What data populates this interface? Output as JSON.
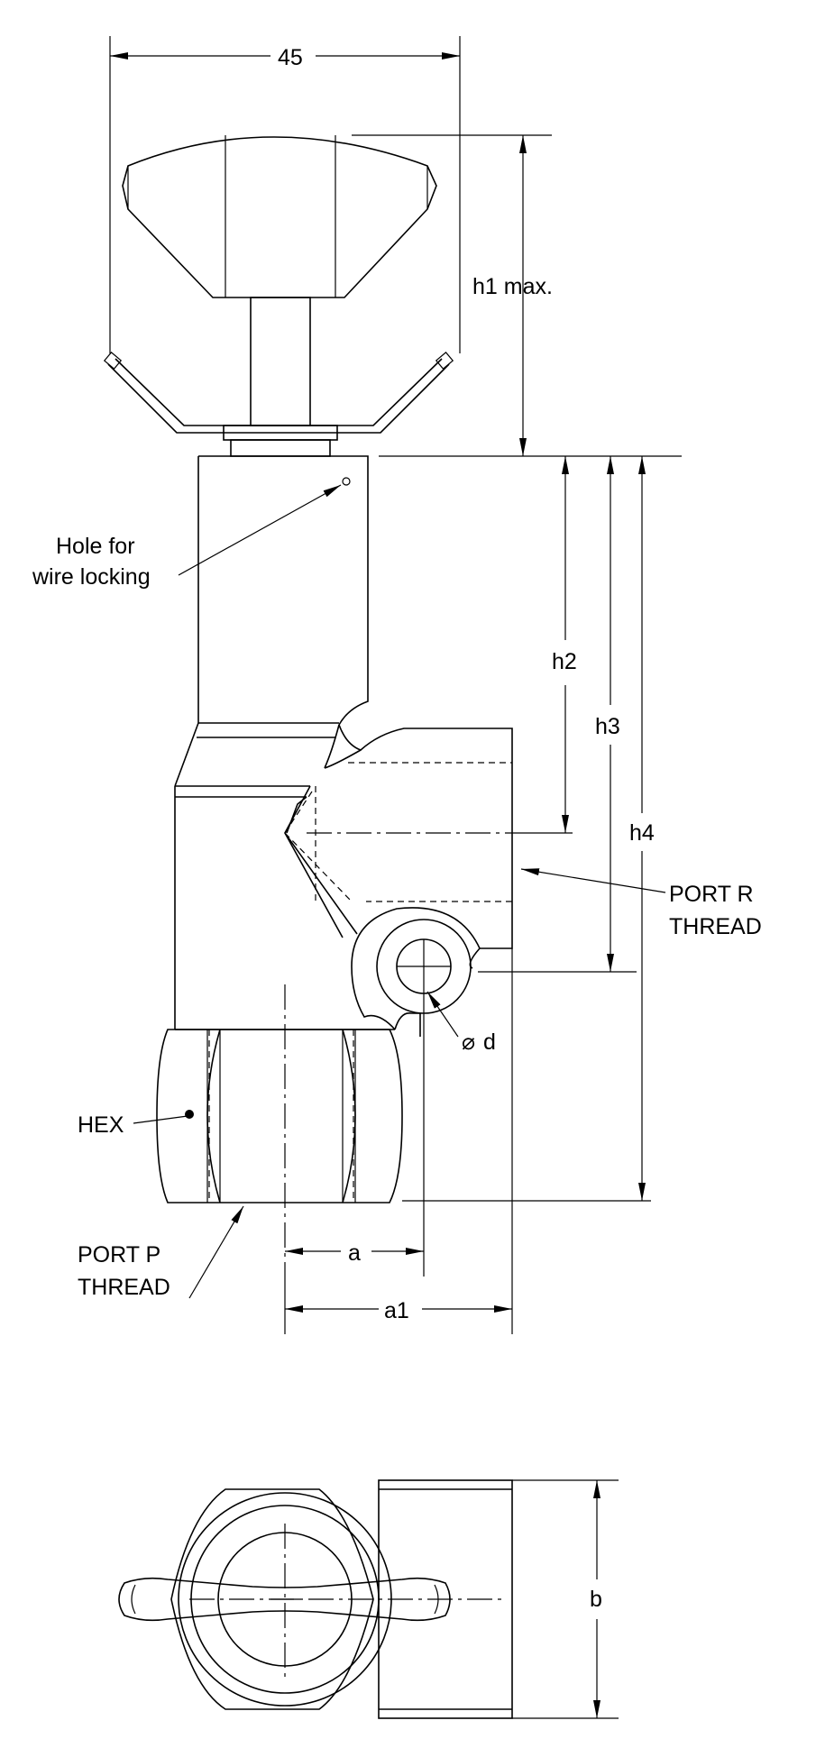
{
  "dimensions": {
    "width_45": "45",
    "h1": "h1 max.",
    "h2": "h2",
    "h3": "h3",
    "h4": "h4",
    "a": "a",
    "a1": "a1",
    "d": "d",
    "b": "b"
  },
  "callouts": {
    "hole_line1": "Hole for",
    "hole_line2": "wire locking",
    "port_r_line1": "PORT R",
    "port_r_line2": "THREAD",
    "port_p_line1": "PORT P",
    "port_p_line2": "THREAD",
    "hex": "HEX"
  },
  "diameter_symbol": "⌀"
}
